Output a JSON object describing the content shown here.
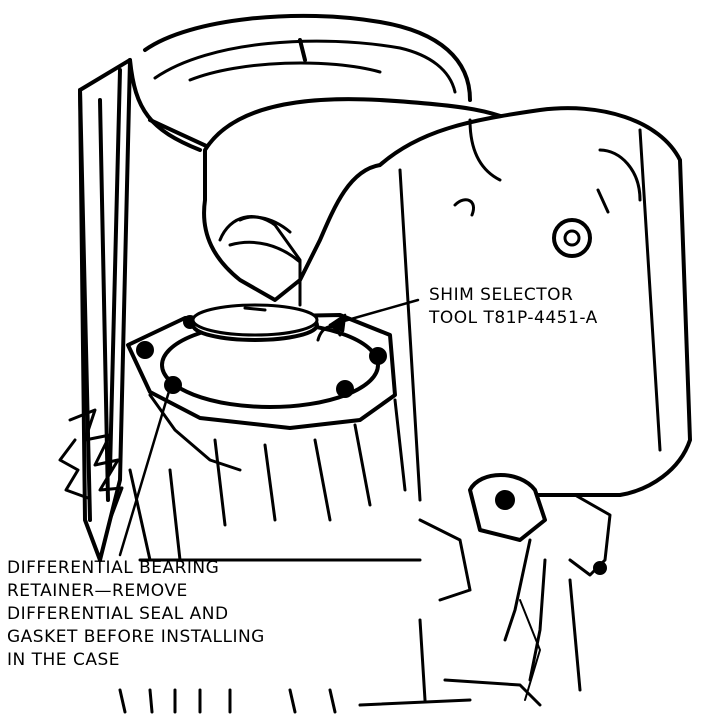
{
  "labels": {
    "shim_selector": {
      "lines": [
        "SHIM SELECTOR",
        "TOOL T81P-4451-A"
      ]
    },
    "bearing_retainer": {
      "lines": [
        "DIFFERENTIAL BEARING",
        "RETAINER—REMOVE",
        "DIFFERENTIAL SEAL AND",
        "GASKET BEFORE INSTALLING",
        "IN THE CASE"
      ]
    }
  },
  "colors": {
    "ink": "#000000",
    "paper": "#ffffff"
  }
}
